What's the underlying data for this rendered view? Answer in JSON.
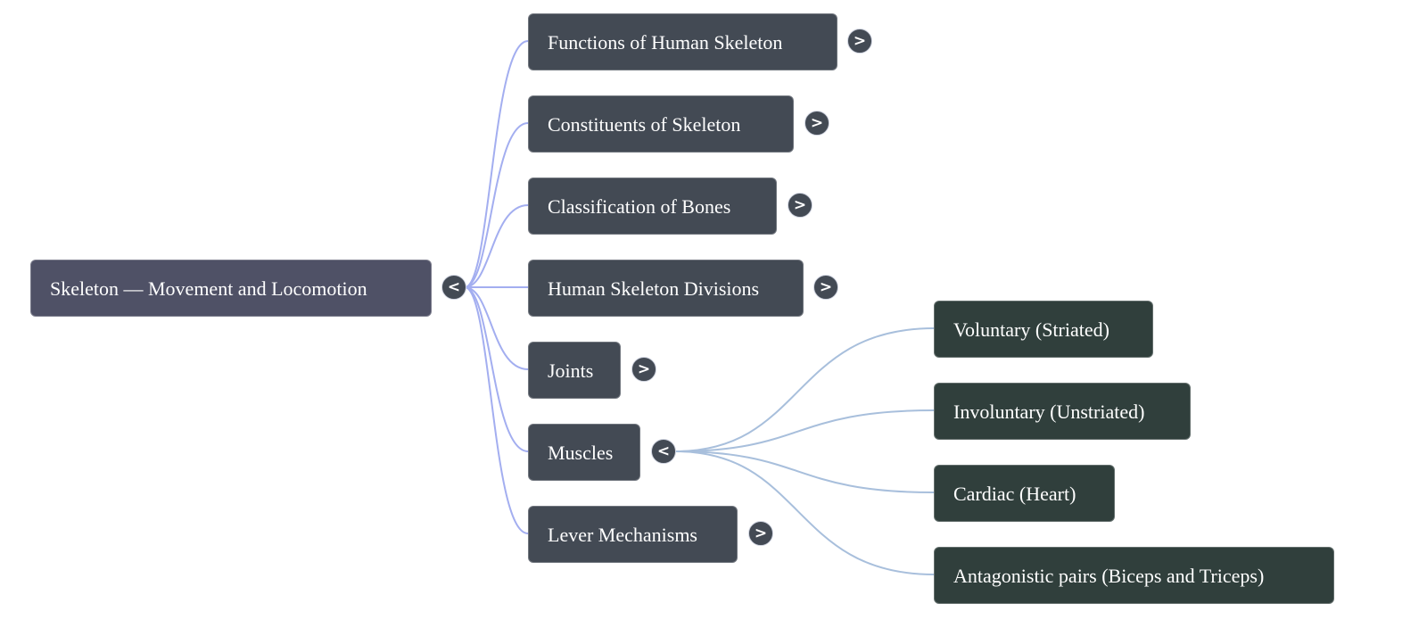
{
  "root": {
    "label": "Skeleton — Movement and Locomotion",
    "toggle": {
      "icon": "collapse-icon",
      "glyph": "<"
    }
  },
  "branches": [
    {
      "label": "Functions of Human Skeleton",
      "expanded": false,
      "toggle_glyph": ">"
    },
    {
      "label": "Constituents of Skeleton",
      "expanded": false,
      "toggle_glyph": ">"
    },
    {
      "label": "Classification of Bones",
      "expanded": false,
      "toggle_glyph": ">"
    },
    {
      "label": "Human Skeleton Divisions",
      "expanded": false,
      "toggle_glyph": ">"
    },
    {
      "label": "Joints",
      "expanded": false,
      "toggle_glyph": ">"
    },
    {
      "label": "Muscles",
      "expanded": true,
      "toggle_glyph": "<",
      "children": [
        {
          "label": "Voluntary (Striated)"
        },
        {
          "label": "Involuntary (Unstriated)"
        },
        {
          "label": "Cardiac (Heart)"
        },
        {
          "label": "Antagonistic pairs (Biceps and Triceps)"
        }
      ]
    },
    {
      "label": "Lever Mechanisms",
      "expanded": false,
      "toggle_glyph": ">"
    }
  ],
  "colors": {
    "root_fill": "#4f5166",
    "branch_fill": "#434a54",
    "leaf_fill": "#303f3c",
    "root_edge": "#a3aef0",
    "muscle_edge": "#a8bfdc"
  }
}
